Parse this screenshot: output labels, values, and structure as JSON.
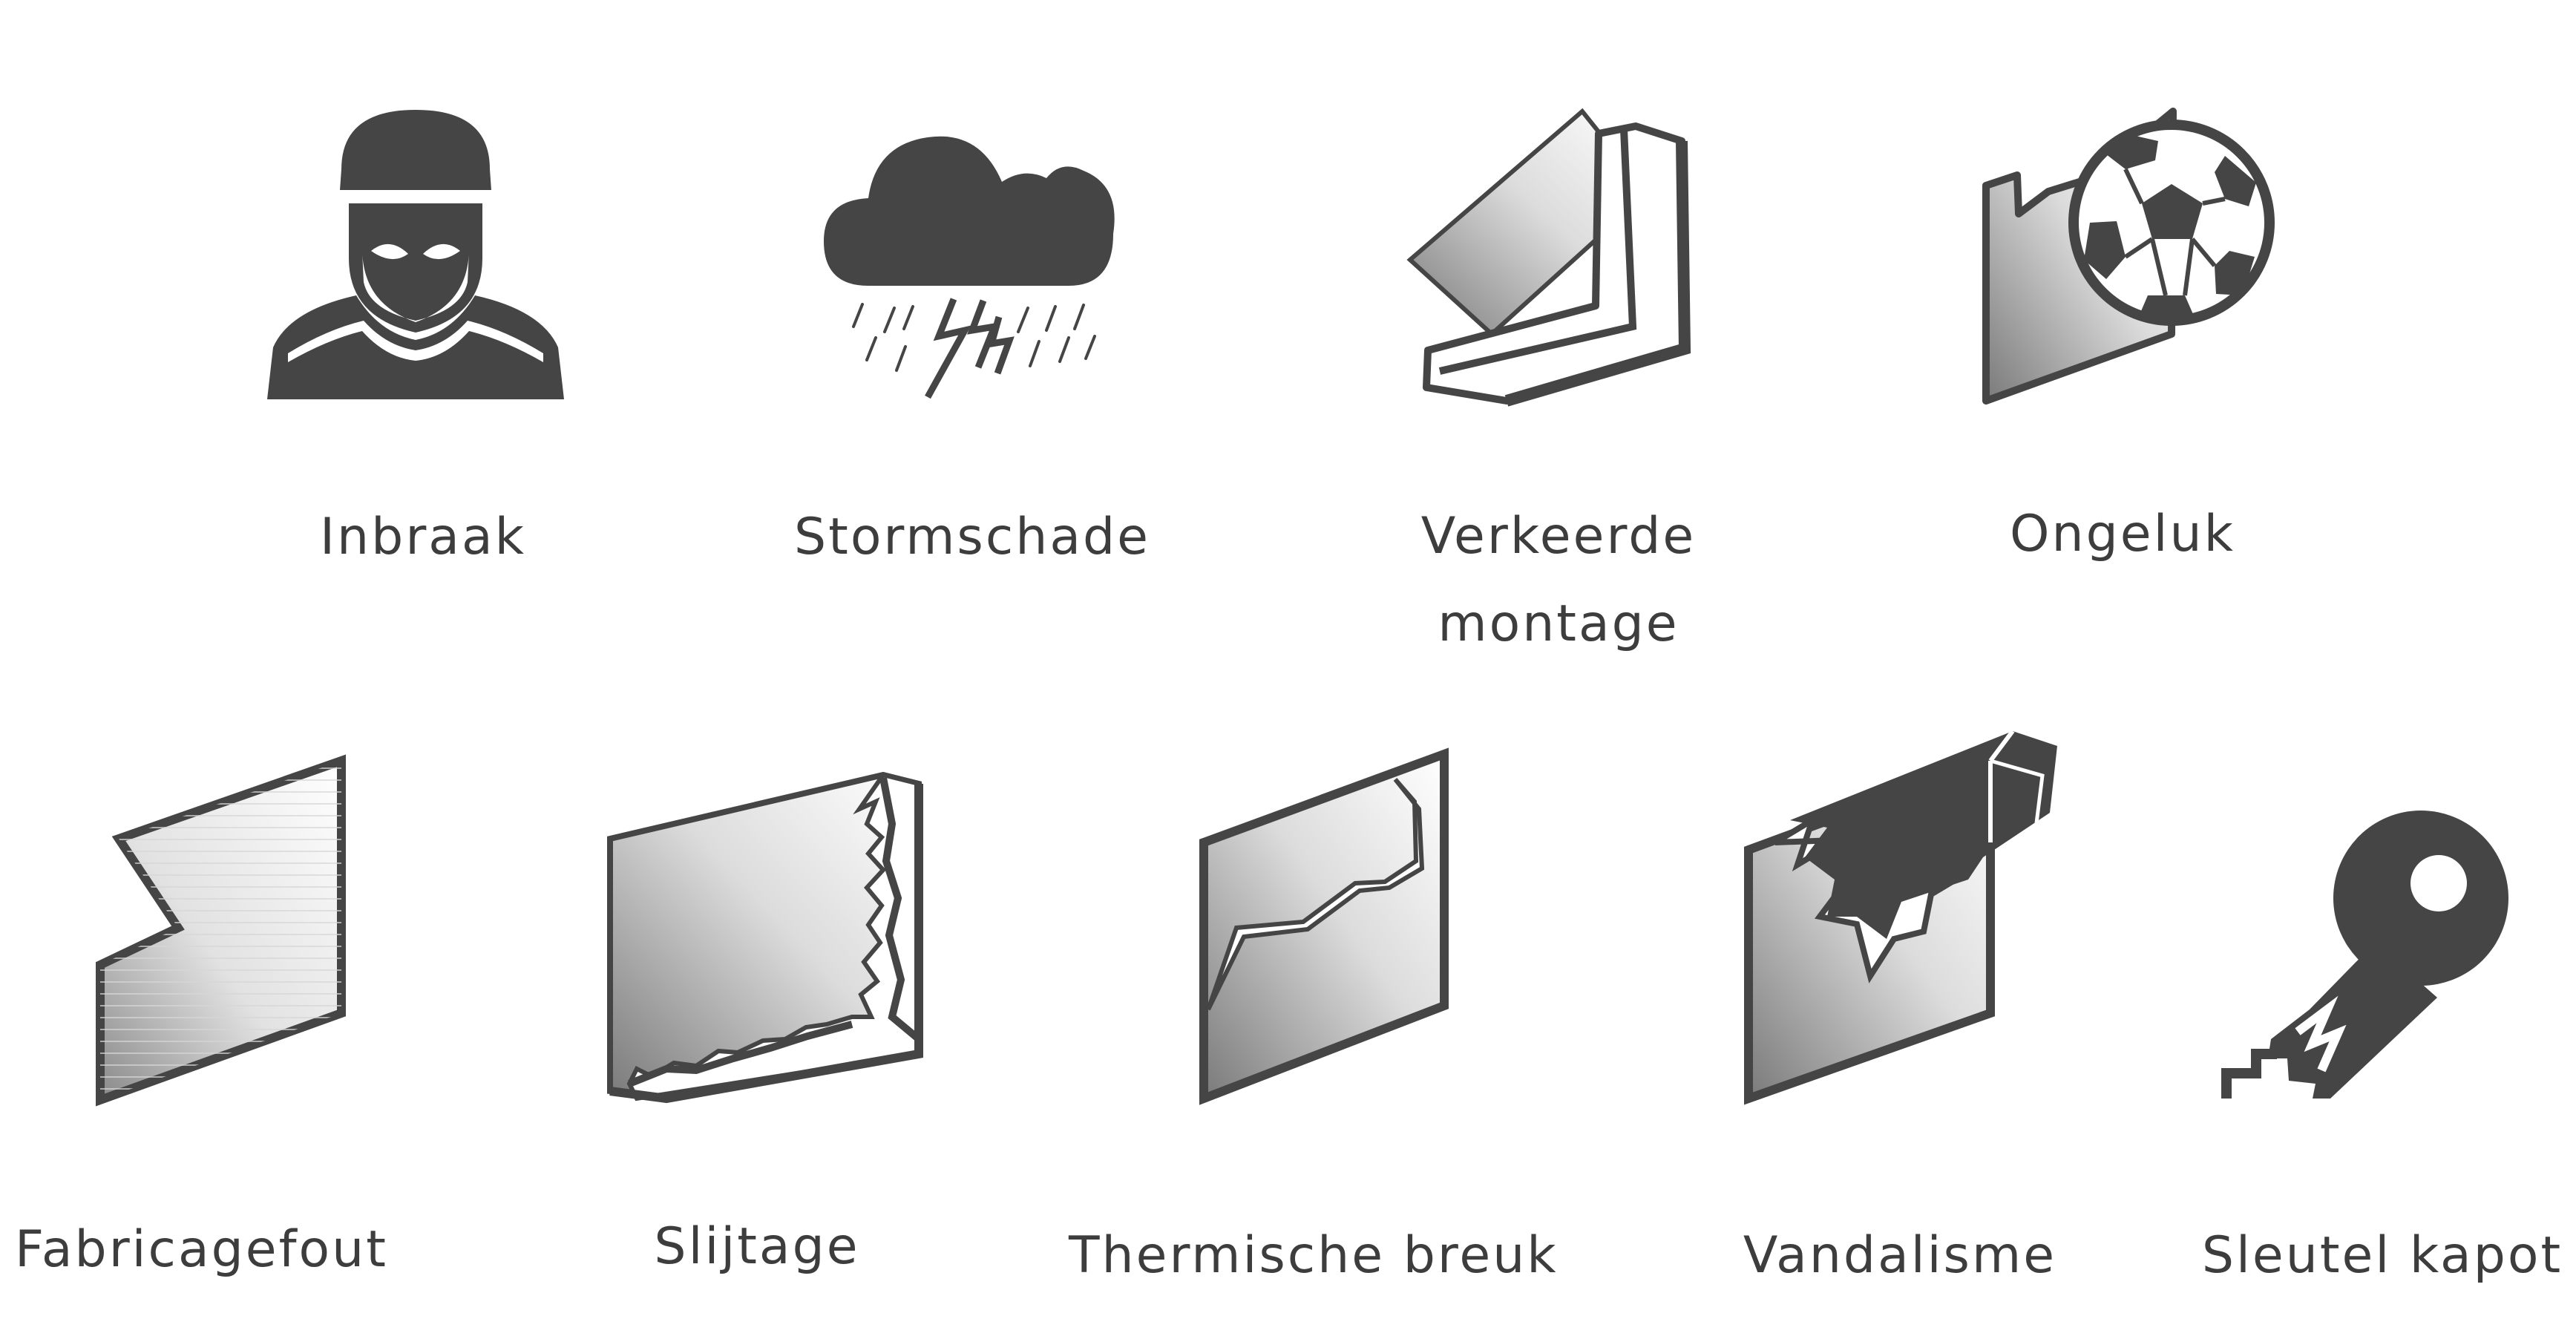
{
  "colors": {
    "ink": "#454545",
    "text": "#3d3d3d",
    "background": "#ffffff",
    "glass_light": "#ffffff",
    "glass_dark": "#7a7a7a"
  },
  "items": [
    {
      "label": "Inbraak",
      "icon": "burglar-icon"
    },
    {
      "label": "Stormschade",
      "icon": "storm-cloud-icon"
    },
    {
      "label": "Verkeerde",
      "label2": "montage",
      "icon": "misaligned-window-icon"
    },
    {
      "label": "Ongeluk",
      "icon": "football-broken-glass-icon"
    },
    {
      "label": "Fabricagefout",
      "icon": "defective-pane-icon"
    },
    {
      "label": "Slijtage",
      "icon": "worn-pane-icon"
    },
    {
      "label": "Thermische breuk",
      "icon": "cracked-pane-icon"
    },
    {
      "label": "Vandalisme",
      "icon": "brick-smashed-glass-icon"
    },
    {
      "label": "Sleutel kapot",
      "icon": "broken-key-icon"
    }
  ]
}
